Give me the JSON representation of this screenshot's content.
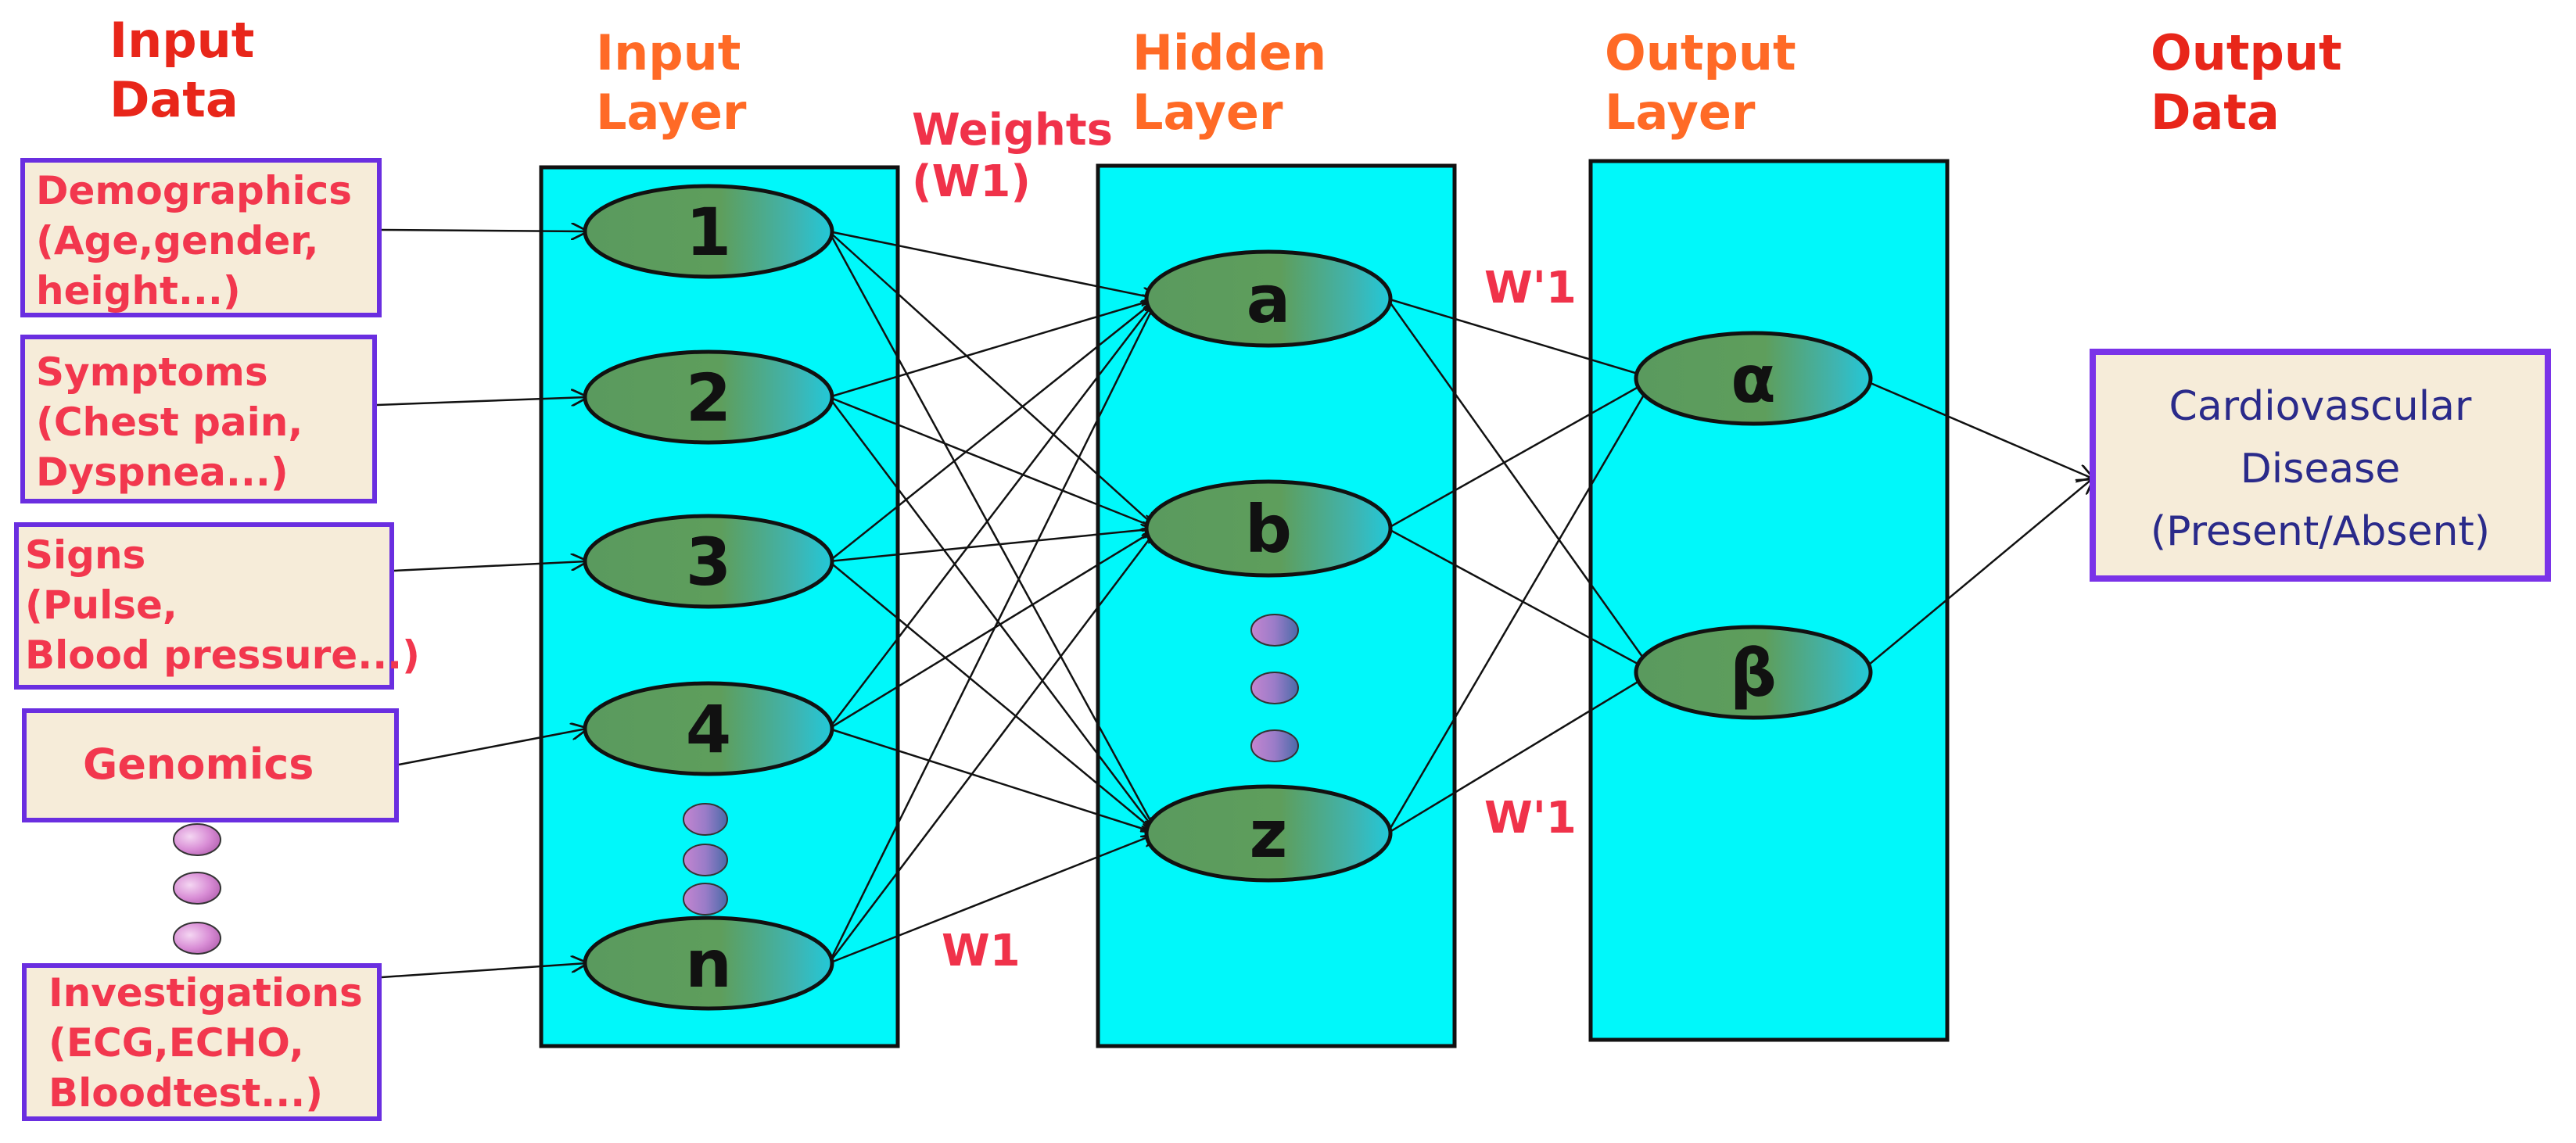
{
  "headers": {
    "input_data": "Input\nData",
    "input_layer": "Input\nLayer",
    "hidden_layer": "Hidden\nLayer",
    "output_layer": "Output\nLayer",
    "output_data": "Output\nData"
  },
  "weight_labels": {
    "weights_w1": "Weights\n(W1)",
    "w1_bottom": "W1",
    "w_prime_top": "W'1",
    "w_prime_bottom": "W'1"
  },
  "input_boxes": [
    {
      "text": "Demographics\n(Age,gender,\nheight...)"
    },
    {
      "text": "Symptoms\n(Chest pain,\nDyspnea...)"
    },
    {
      "text": "Signs\n(Pulse,\nBlood pressure...)"
    },
    {
      "text": "Genomics"
    },
    {
      "text": "Investigations\n(ECG,ECHO,\nBloodtest...)"
    }
  ],
  "input_nodes": [
    "1",
    "2",
    "3",
    "4",
    "n"
  ],
  "hidden_nodes": [
    "a",
    "b",
    "z"
  ],
  "output_nodes": [
    "α",
    "β"
  ],
  "output_box": {
    "text": "Cardiovascular\nDisease\n(Present/Absent)"
  },
  "colors": {
    "layer_fill": "#00f8fa",
    "node_fill": "#5a9a5e",
    "box_fill": "#f6ecd9",
    "box_border": "#6a2ee0",
    "header_red": "#e8261a",
    "header_orange": "#ff6a26",
    "label_red": "#f0324a",
    "output_text": "#2a2a8a"
  }
}
